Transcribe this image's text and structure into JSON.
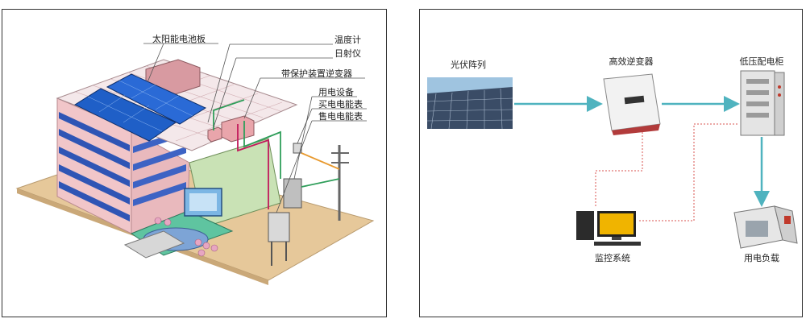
{
  "left_diagram": {
    "labels": [
      "太阳能电池板",
      "温度计",
      "日射仪",
      "带保护装置逆变器",
      "用电设备",
      "买电电能表",
      "售电电能表"
    ]
  },
  "right_diagram": {
    "nodes": {
      "pv_array": "光伏阵列",
      "inverter": "高效逆变器",
      "cabinet": "低压配电柜",
      "monitor": "监控系统",
      "load": "用电负载"
    },
    "colors": {
      "flow_arrow": "#4fb3bf",
      "monitor_line": "#d9534f"
    }
  }
}
